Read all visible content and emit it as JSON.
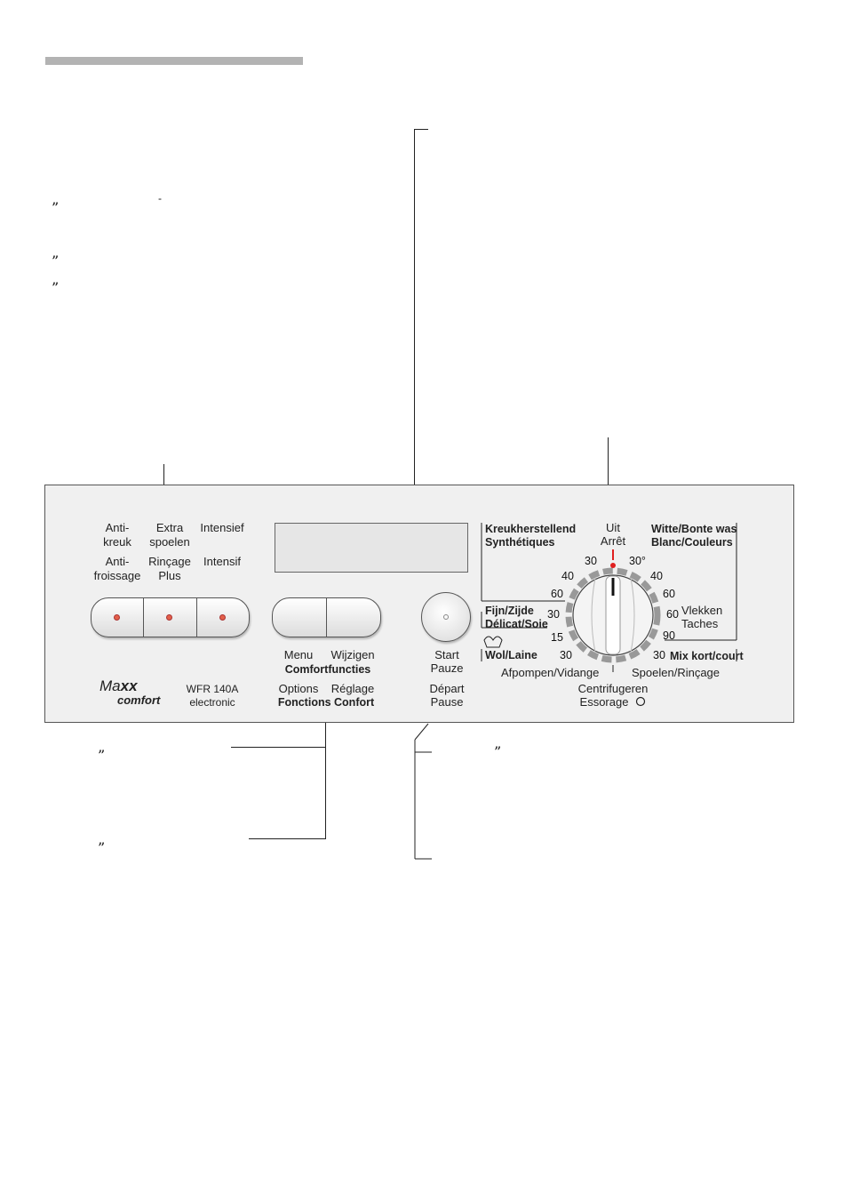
{
  "panel": {
    "buttons_left": {
      "anti_kreuk_nl": "Anti-\nkreuk",
      "extra_spoelen_nl": "Extra\nspoelen",
      "intensief_nl": "Intensief",
      "anti_froissage_fr": "Anti-\nfroissage",
      "rincage_plus_fr": "Rinçage\nPlus",
      "intensif_fr": "Intensif"
    },
    "menu": {
      "menu_nl": "Menu",
      "wijzigen_nl": "Wijzigen",
      "comfortfuncties": "Comfortfuncties",
      "options_fr": "Options",
      "reglage_fr": "Réglage",
      "fonctions_confort": "Fonctions Confort"
    },
    "start": {
      "start_nl": "Start",
      "pauze_nl": "Pauze",
      "depart_fr": "Départ",
      "pause_fr": "Pause"
    },
    "brand": {
      "maxx_prefix": "Ma",
      "maxx_suffix": "xx",
      "comfort": "comfort",
      "model": "WFR 140A",
      "electronic": "electronic"
    },
    "dial": {
      "kreukherstellend": "Kreukherstellend",
      "synthetiques": "Synthétiques",
      "uit": "Uit",
      "arret": "Arrêt",
      "witte_bonte": "Witte/Bonte was",
      "blanc_couleurs": "Blanc/Couleurs",
      "fijn_zijde": "Fijn/Zijde",
      "delicat_soie": "Délicat/Soie",
      "wol_laine": "Wol/Laine",
      "vlekken": "Vlekken",
      "taches": "Taches",
      "mix_kort": "Mix kort/court",
      "afpompen": "Afpompen/Vidange",
      "spoelen": "Spoelen/Rinçage",
      "centrifugeren": "Centrifugeren",
      "essorage": "Essorage",
      "temps_left": [
        "30",
        "40",
        "60",
        "30",
        "15",
        "30"
      ],
      "temps_right": [
        "30°",
        "40",
        "60",
        "60",
        "90",
        "30"
      ]
    }
  },
  "callouts": {
    "quote_mark": "”",
    "dash_mark": "-"
  }
}
